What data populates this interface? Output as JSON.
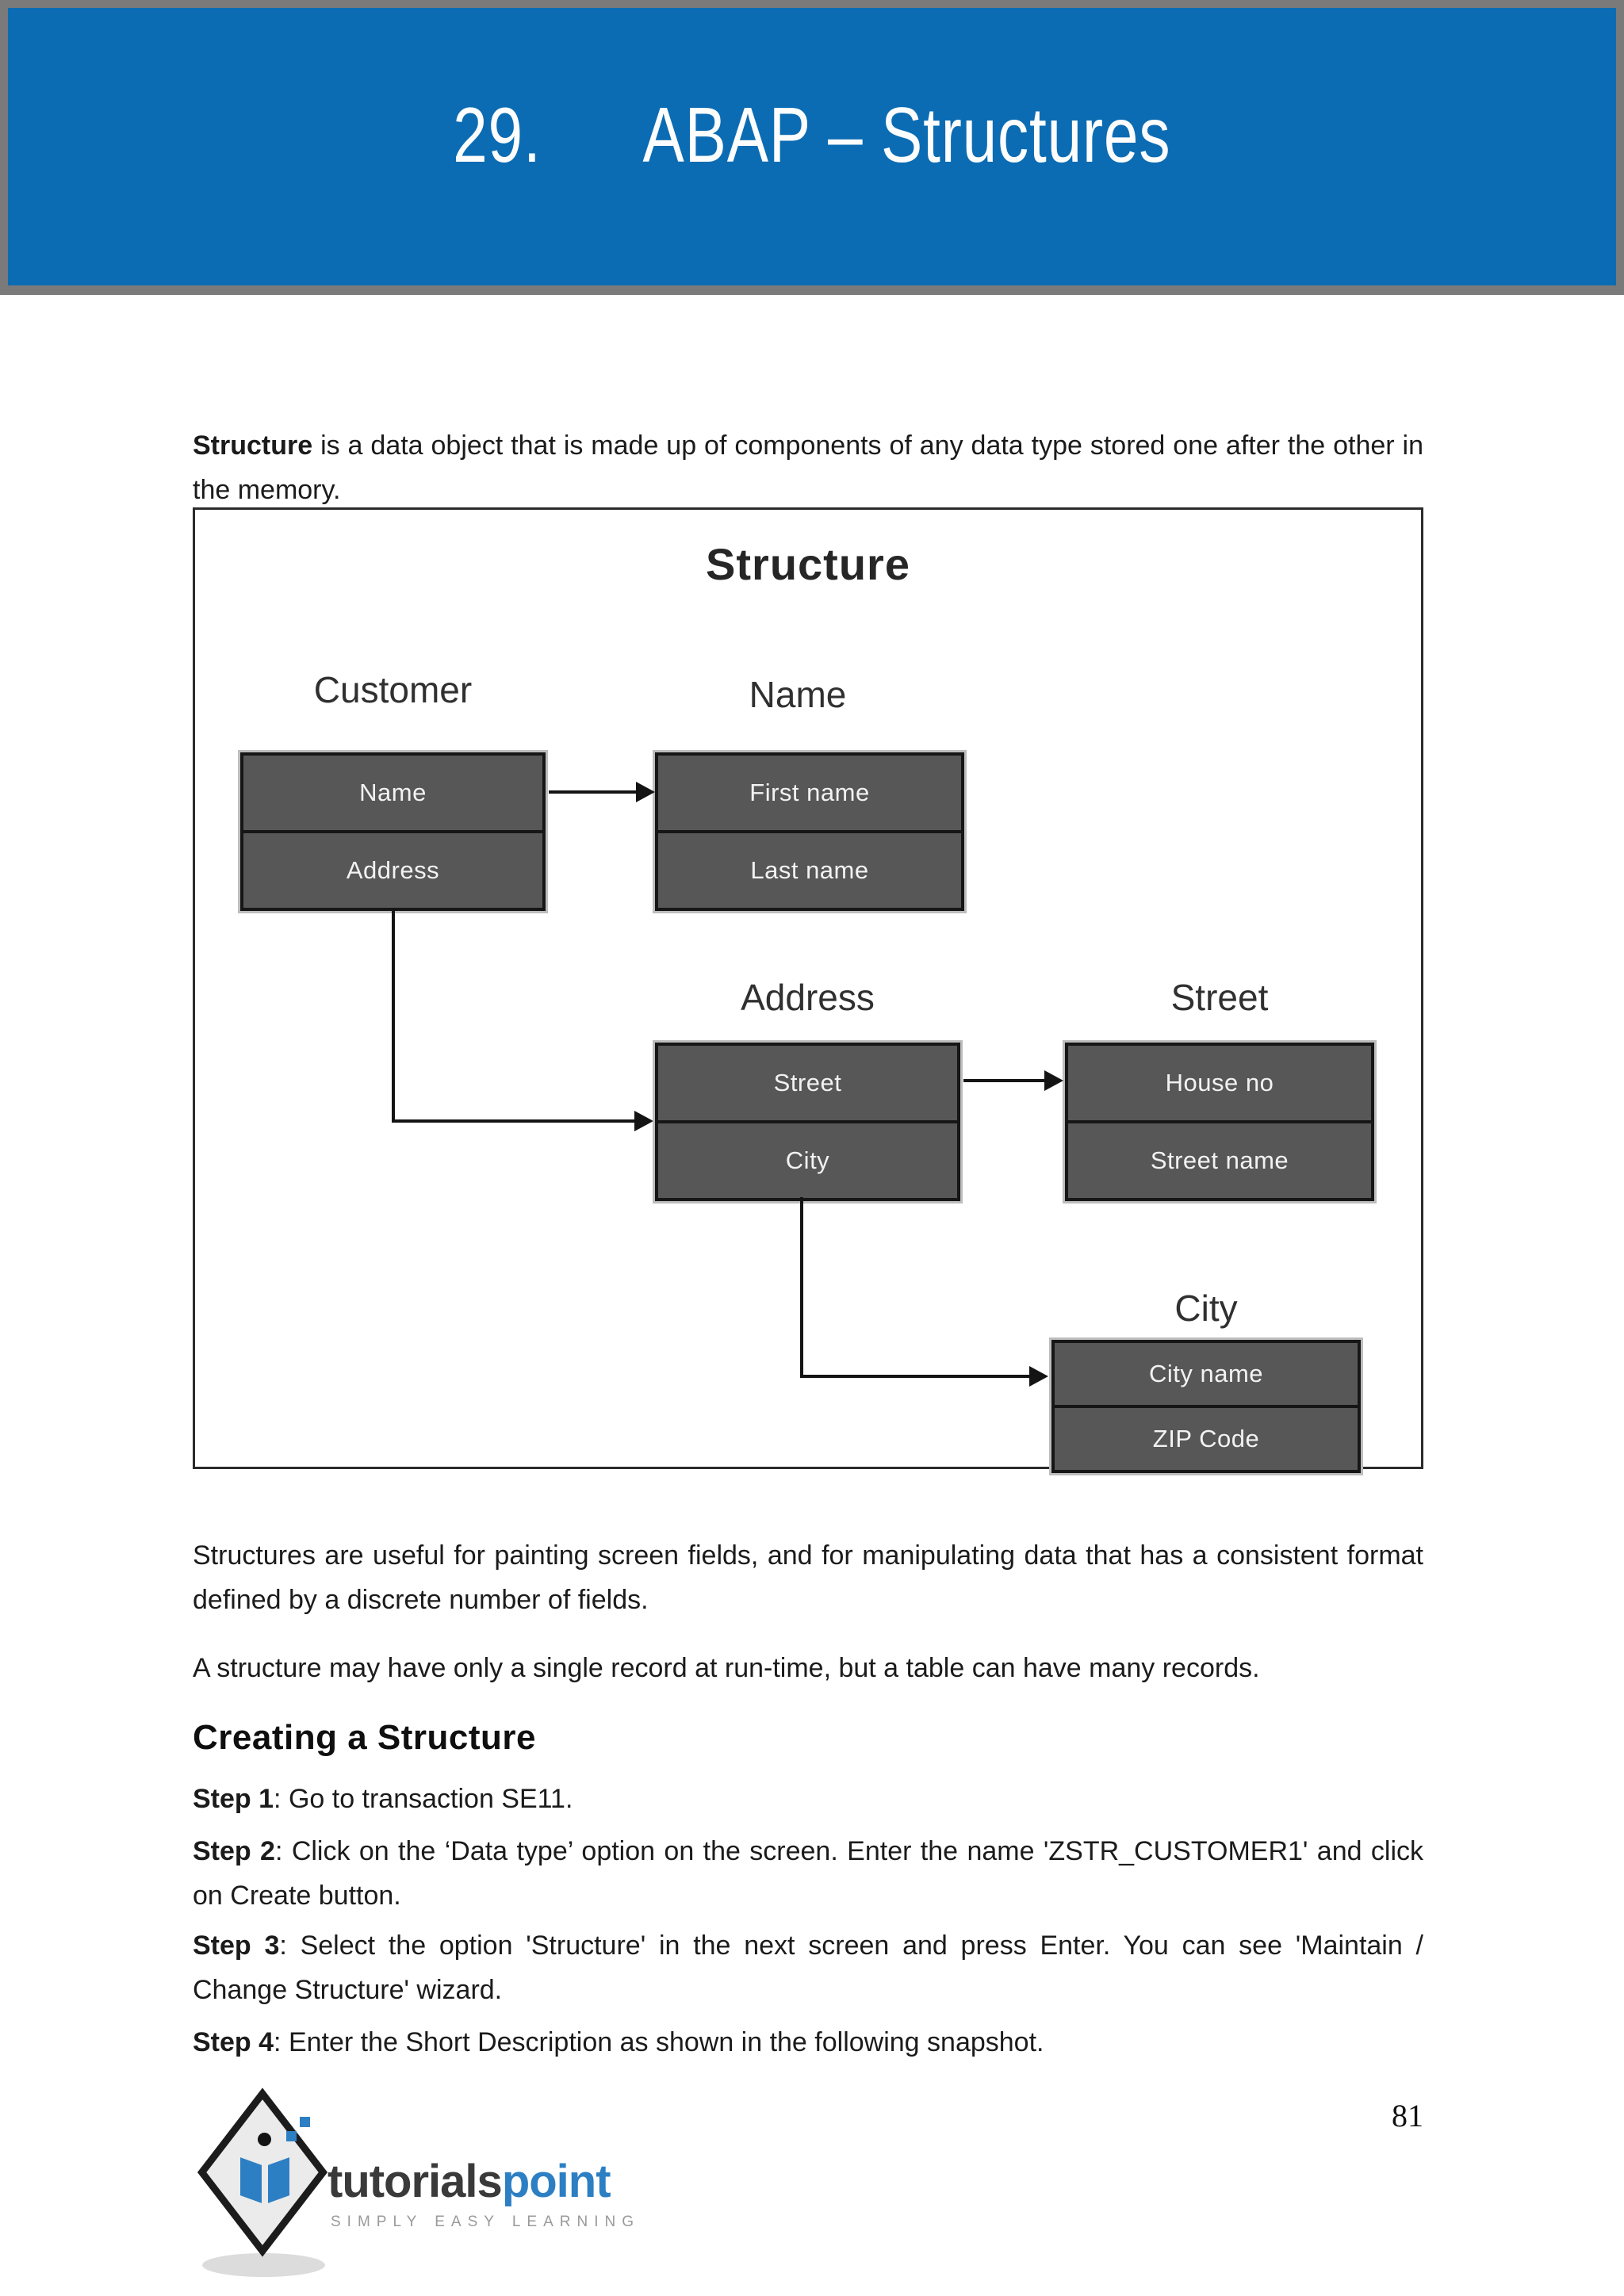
{
  "header": {
    "chapter": "29.",
    "title": "ABAP – Structures",
    "bg_color": "#0b6cb3",
    "frame_color": "#7a7a7a"
  },
  "intro": {
    "lead": "Structure",
    "rest": " is a data object that is made up of components of any data type stored one after the other in the memory."
  },
  "diagram": {
    "title": "Structure",
    "box_fill": "#575757",
    "box_border": "#161616",
    "groups": [
      {
        "label": "Customer",
        "rows": [
          "Name",
          "Address"
        ]
      },
      {
        "label": "Name",
        "rows": [
          "First name",
          "Last name"
        ]
      },
      {
        "label": "Address",
        "rows": [
          "Street",
          "City"
        ]
      },
      {
        "label": "Street",
        "rows": [
          "House no",
          "Street name"
        ]
      },
      {
        "label": "City",
        "rows": [
          "City name",
          "ZIP Code"
        ]
      }
    ]
  },
  "paragraphs": {
    "p2": "Structures are useful for painting screen fields, and for manipulating data that has a consistent format defined by a discrete number of fields.",
    "p3": "A structure may have only a single record at run-time, but a table can have many records."
  },
  "section": {
    "heading": "Creating a Structure",
    "steps": [
      {
        "label": "Step 1",
        "text": ": Go to transaction SE11."
      },
      {
        "label": "Step 2",
        "text": ": Click on the ‘Data type’ option on the screen. Enter the name 'ZSTR_CUSTOMER1' and click on Create button."
      },
      {
        "label": "Step 3",
        "text": ": Select the option 'Structure' in the next screen and press Enter. You can see 'Maintain / Change Structure' wizard."
      },
      {
        "label": "Step 4",
        "text": ": Enter the Short Description as shown in the following snapshot."
      }
    ]
  },
  "footer": {
    "page_number": "81",
    "logo_dark": "tutorials",
    "logo_blue": "point",
    "tagline": "SIMPLY EASY LEARNING",
    "logo_blue_color": "#2d7fc3"
  }
}
